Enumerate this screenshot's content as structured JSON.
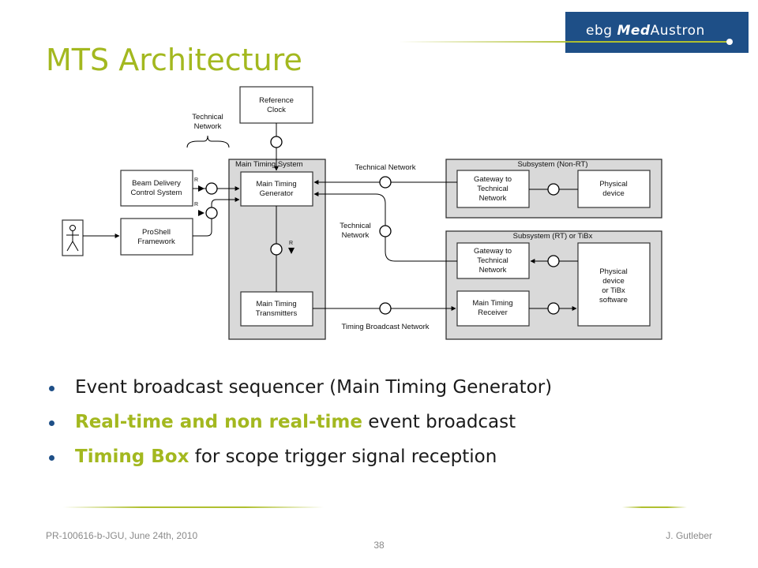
{
  "header": {
    "logo_prefix": "ebg ",
    "logo_emph": "Med",
    "logo_suffix": "Austron",
    "title": "MTS Architecture"
  },
  "diagram": {
    "reference_clock": [
      "Reference",
      "Clock"
    ],
    "technical_network_brace": [
      "Technical",
      "Network"
    ],
    "main_timing_system": "Main Timing System",
    "main_timing_generator": [
      "Main Timing",
      "Generator"
    ],
    "main_timing_transmitters": [
      "Main Timing",
      "Transmitters"
    ],
    "beam_delivery": [
      "Beam Delivery",
      "Control System"
    ],
    "proshell": [
      "ProShell",
      "Framework"
    ],
    "r_label": "R",
    "technical_network_top": "Technical Network",
    "technical_network_mid": [
      "Technical",
      "Network"
    ],
    "timing_broadcast_network": "Timing Broadcast Network",
    "subsystem_nonrt": "Subsystem (Non-RT)",
    "gateway_top": [
      "Gateway to",
      "Technical",
      "Network"
    ],
    "physical_device_top": [
      "Physical",
      "device"
    ],
    "subsystem_rt": "Subsystem (RT) or TiBx",
    "gateway_bottom": [
      "Gateway to",
      "Technical",
      "Network"
    ],
    "main_timing_receiver": [
      "Main Timing",
      "Receiver"
    ],
    "physical_device_bottom": [
      "Physical",
      "device",
      "or TiBx",
      "software"
    ]
  },
  "bullets": [
    {
      "highlight": "",
      "text": "Event broadcast sequencer (Main Timing Generator)"
    },
    {
      "highlight": "Real-time and non real-time",
      "text": " event broadcast"
    },
    {
      "highlight": "Timing Box",
      "text": " for scope trigger signal reception"
    }
  ],
  "footer": {
    "left": "PR-100616-b-JGU, June 24th, 2010",
    "right": "J. Gutleber",
    "page": "38"
  },
  "colors": {
    "accent_green": "#a3b81f",
    "brand_blue": "#1e4f87"
  }
}
